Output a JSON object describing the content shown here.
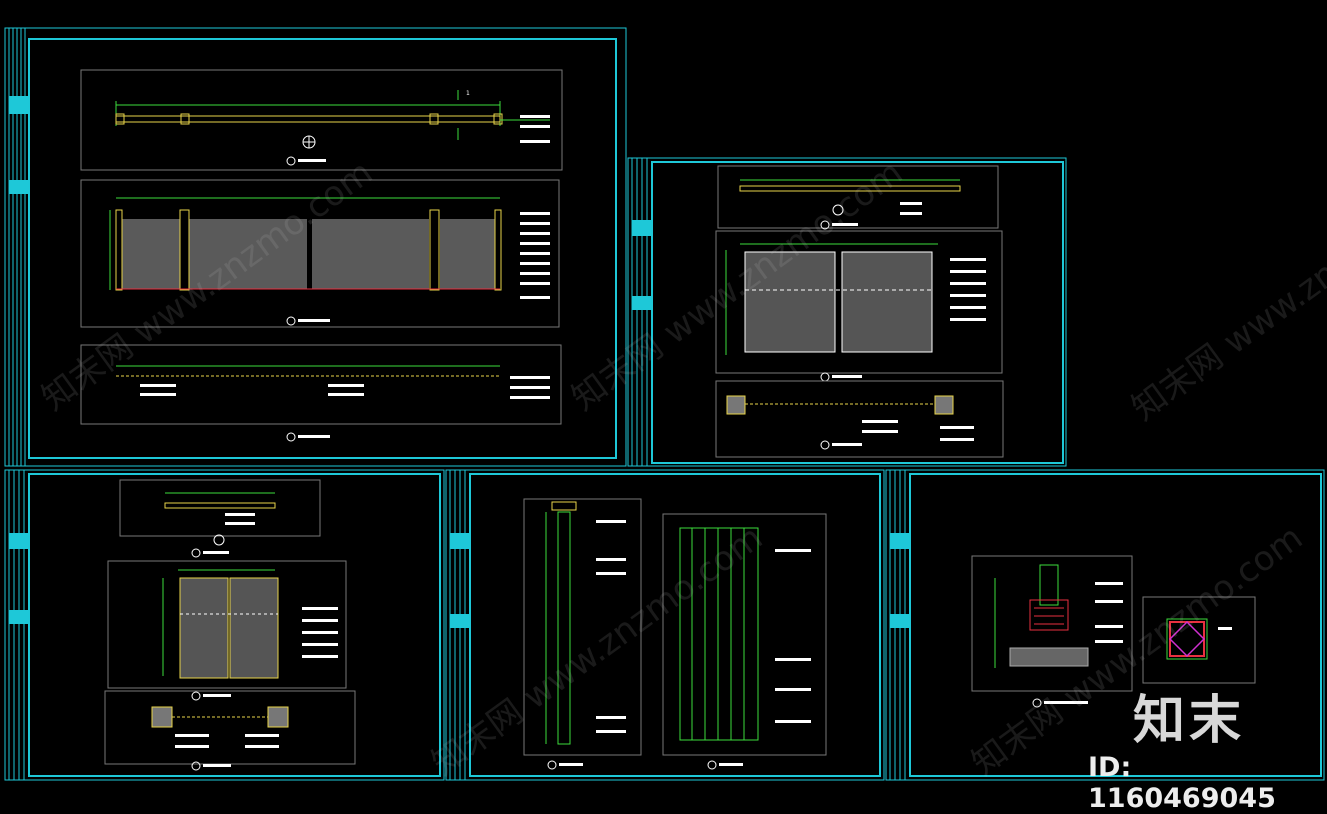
{
  "drawing": {
    "sheet_count": 5,
    "section_marker": "1"
  },
  "watermark": {
    "site": "www.znzmo.com",
    "brand_cn": "知末网",
    "logo_text": "知末",
    "id_text": "ID: 1160469045"
  },
  "colors": {
    "background": "#000000",
    "frame": "#1ec8d8",
    "dimension": "#3ddc3d",
    "post": "#e8d44a",
    "fence_fill": "#5a5a5a",
    "label": "#ffffff",
    "accent_red": "#e83040",
    "accent_magenta": "#d030d0"
  }
}
